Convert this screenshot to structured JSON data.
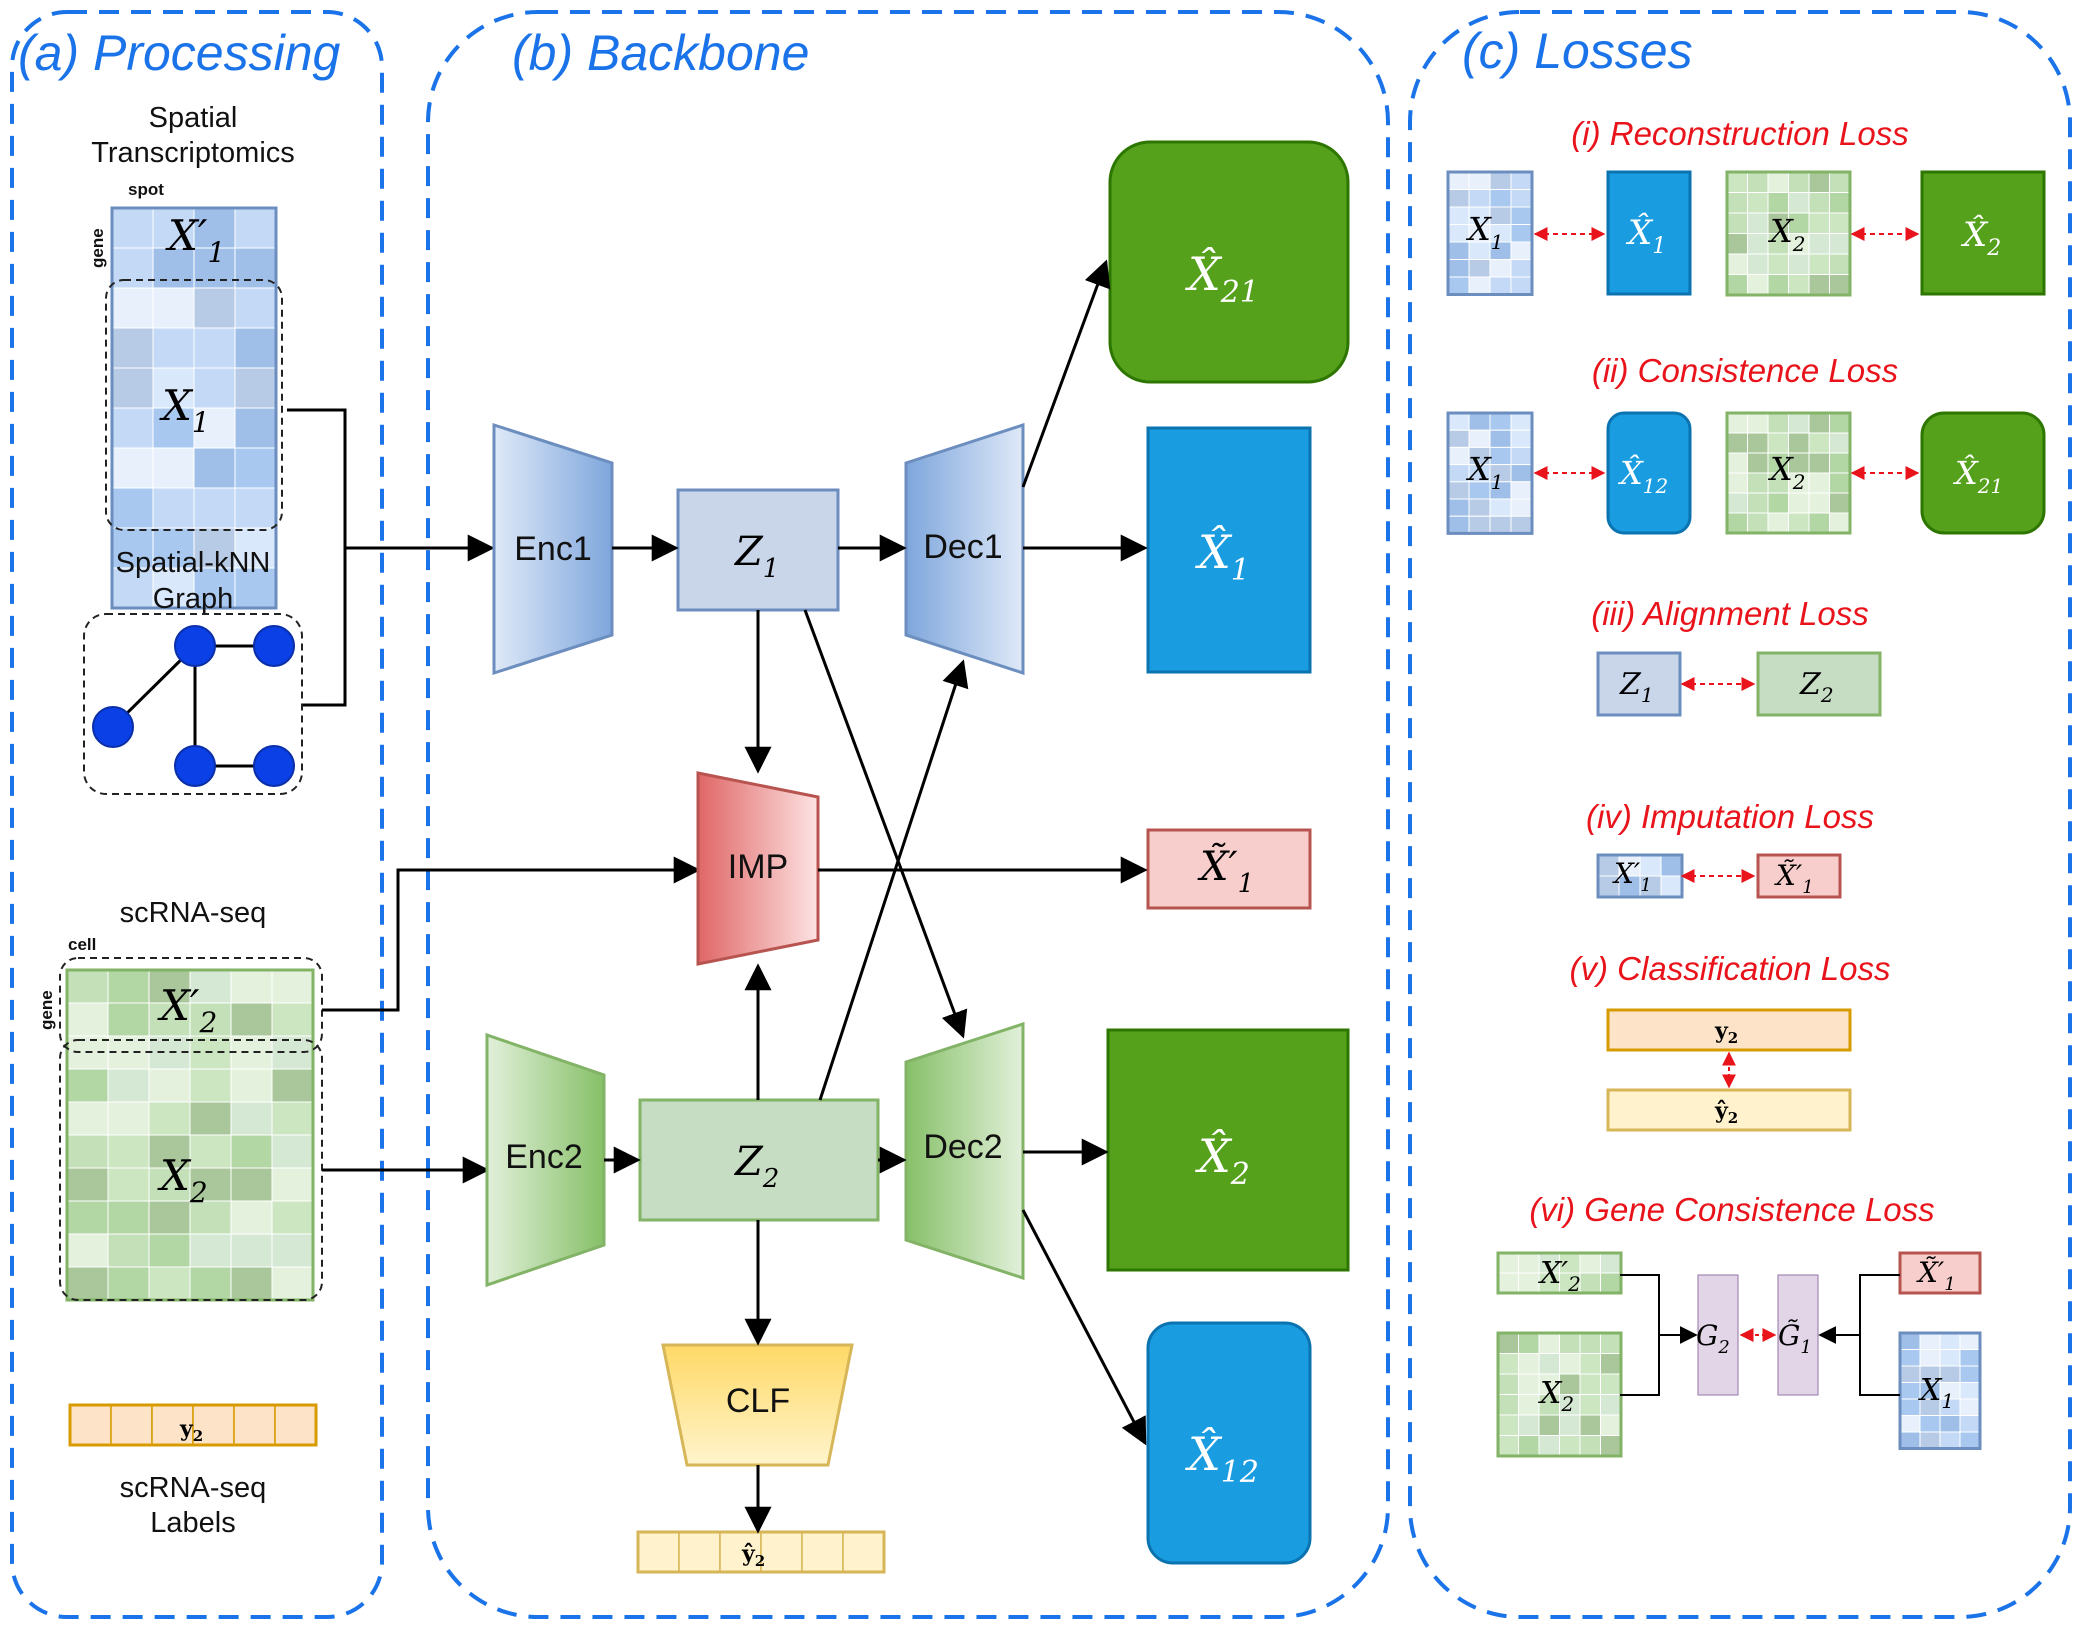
{
  "panels": {
    "processing": {
      "title": "(a) Processing"
    },
    "backbone": {
      "title": "(b) Backbone"
    },
    "losses": {
      "title": "(c) Losses"
    }
  },
  "processing": {
    "st_label_line1": "Spatial",
    "st_label_line2": "Transcriptomics",
    "spot_label": "spot",
    "gene_label": "gene",
    "x1p": "X′",
    "x1p_sub": "1",
    "x1": "X",
    "x1_sub": "1",
    "knn_line1": "Spatial-kNN",
    "knn_line2": "Graph",
    "sc_label": "scRNA-seq",
    "cell_label": "cell",
    "gene_label2": "gene",
    "x2p": "X′",
    "x2p_sub": "2",
    "x2": "X",
    "x2_sub": "2",
    "y2": "y",
    "y2_sub": "2",
    "labels_line1": "scRNA-seq",
    "labels_line2": "Labels"
  },
  "backbone": {
    "enc1": "Enc1",
    "enc2": "Enc2",
    "dec1": "Dec1",
    "dec2": "Dec2",
    "imp": "IMP",
    "clf": "CLF",
    "z1": "Z",
    "z1_sub": "1",
    "z2": "Z",
    "z2_sub": "2",
    "out_x21": "X̂",
    "out_x21_sub": "21",
    "out_x1": "X̂",
    "out_x1_sub": "1",
    "out_x1t": "X̃′",
    "out_x1t_sub": "1",
    "out_x2": "X̂",
    "out_x2_sub": "2",
    "out_x12": "X̂",
    "out_x12_sub": "12",
    "yhat": "ŷ",
    "yhat_sub": "2"
  },
  "losses": {
    "reconstruction": "(i) Reconstruction Loss",
    "consistence": "(ii) Consistence Loss",
    "alignment": "(iii) Alignment Loss",
    "imputation": "(iv) Imputation Loss",
    "classification": "(v) Classification Loss",
    "gene_consistence": "(vi) Gene Consistence Loss",
    "r_x1": "X",
    "r_x1_sub": "1",
    "r_x1h": "X̂",
    "r_x1h_sub": "1",
    "r_x2": "X",
    "r_x2_sub": "2",
    "r_x2h": "X̂",
    "r_x2h_sub": "2",
    "c_x1": "X",
    "c_x1_sub": "1",
    "c_x12h": "X̂",
    "c_x12h_sub": "12",
    "c_x2": "X",
    "c_x2_sub": "2",
    "c_x21h": "X̂",
    "c_x21h_sub": "21",
    "a_z1": "Z",
    "a_z1_sub": "1",
    "a_z2": "Z",
    "a_z2_sub": "2",
    "i_x1p": "X′",
    "i_x1p_sub": "1",
    "i_x1t": "X̃′",
    "i_x1t_sub": "1",
    "cl_y2": "y",
    "cl_y2_sub": "2",
    "cl_y2h": "ŷ",
    "cl_y2h_sub": "2",
    "g_x2p": "X′",
    "g_x2p_sub": "2",
    "g_x2": "X",
    "g_x2_sub": "2",
    "g_g2": "G",
    "g_g2_sub": "2",
    "g_g1": "G̃",
    "g_g1_sub": "1",
    "g_x1t": "X̃′",
    "g_x1t_sub": "1",
    "g_x1": "X",
    "g_x1_sub": "1"
  },
  "colors": {
    "title_blue": "#1a73e8",
    "loss_red": "#e8131b",
    "green_dark": "#55a11c",
    "blue_dark": "#1a9de0",
    "pink": "#f8cecc",
    "latent_blue": "#c9d6ea",
    "latent_green": "#c6dcc3",
    "clf_yellow": "#ffd966",
    "label_orange": "#fde3c7",
    "purple": "#e1d5e7"
  }
}
